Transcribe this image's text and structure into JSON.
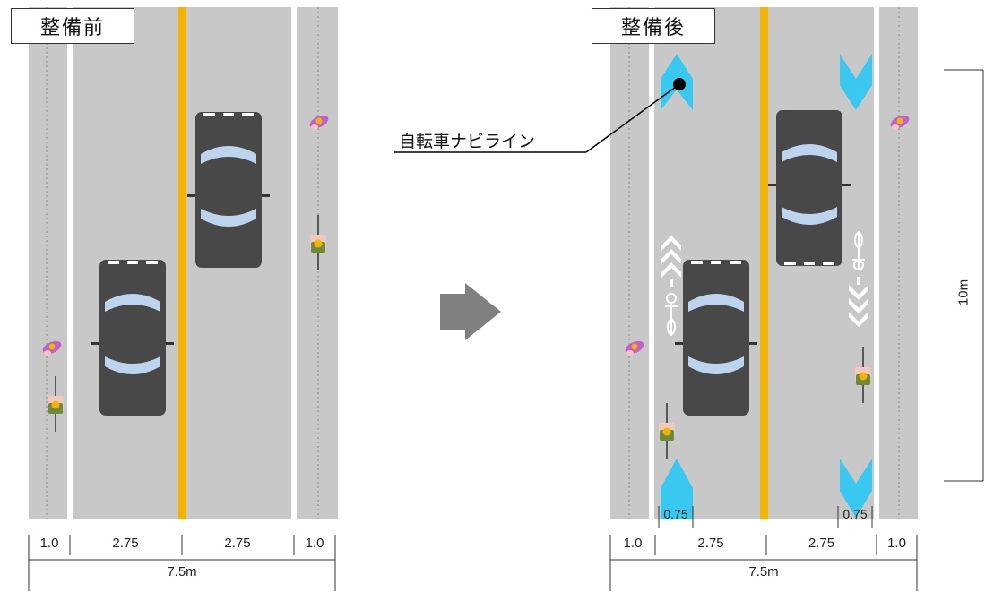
{
  "before": {
    "title": "整備前",
    "dims": [
      "1.0",
      "2.75",
      "2.75",
      "1.0"
    ],
    "total": "7.5m"
  },
  "after": {
    "title": "整備後",
    "dims": [
      "1.0",
      "2.75",
      "2.75",
      "1.0"
    ],
    "inner_dims": [
      "0.75",
      "0.75"
    ],
    "total": "7.5m",
    "callout": "自転車ナビライン",
    "length_label": "10m"
  },
  "colors": {
    "road": "#c8c8c8",
    "center_line": "#f5b301",
    "navi_line": "#38c8f0",
    "car": "#4a4a4a",
    "windshield": "#b9d3ee"
  }
}
